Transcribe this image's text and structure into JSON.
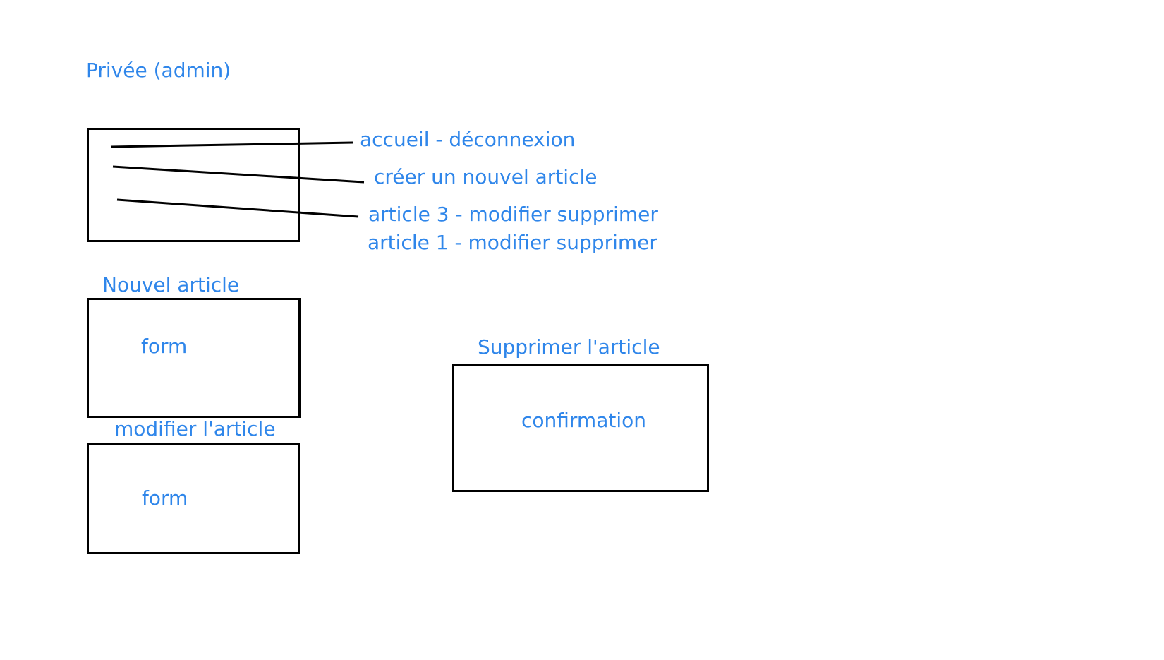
{
  "colors": {
    "label_text": "#2f86ea",
    "box_border": "#000000",
    "connector": "#000000"
  },
  "page_title": "Privée (admin)",
  "home_box": {
    "annotations": [
      "accueil - déconnexion",
      "créer un nouvel article",
      "article 3 - modifier supprimer",
      "article 1 - modifier supprimer"
    ]
  },
  "new_article": {
    "title": "Nouvel article",
    "content": "form"
  },
  "edit_article": {
    "title": "modifier l'article",
    "content": "form"
  },
  "delete_article": {
    "title": "Supprimer l'article",
    "content": "confirmation"
  }
}
